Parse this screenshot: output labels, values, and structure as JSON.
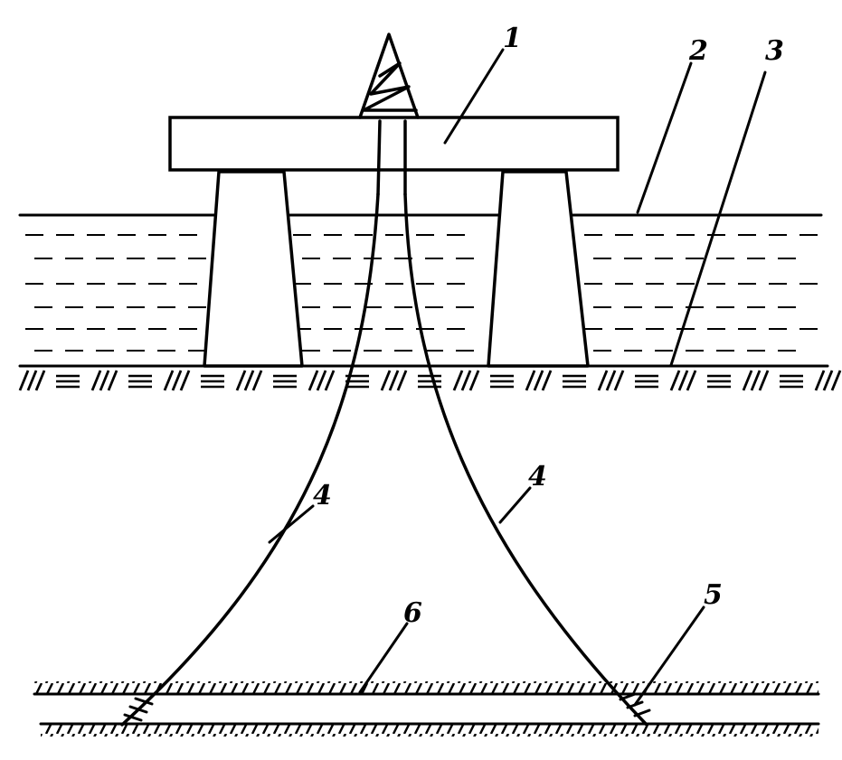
{
  "diagram": {
    "labels": {
      "l1": "1",
      "l2": "2",
      "l3": "3",
      "l4a": "4",
      "l4b": "4",
      "l5": "5",
      "l6": "6"
    },
    "colors": {
      "ink": "#000000",
      "background": "#ffffff"
    }
  }
}
